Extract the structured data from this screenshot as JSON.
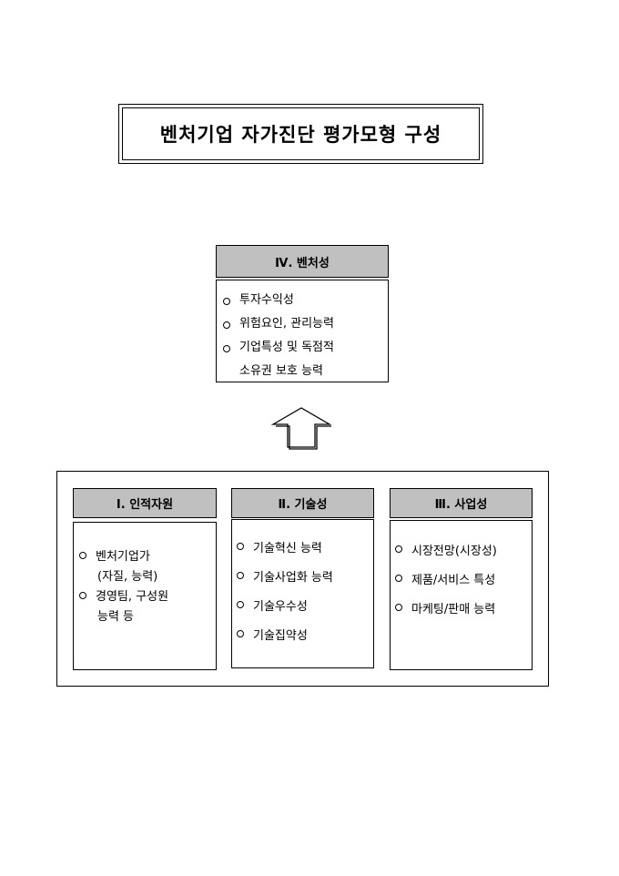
{
  "title": "벤처기업 자가진단 평가모형 구성",
  "venture": {
    "header": "Ⅳ. 벤처성",
    "items": [
      "투자수익성",
      "위험요인, 관리능력",
      "기업특성 및 독점적"
    ],
    "item3_cont": "소유권 보호 능력"
  },
  "human": {
    "header": "Ⅰ. 인적자원",
    "item1": "벤처기업가",
    "item1_cont": "(자질, 능력)",
    "item2": "경영팀, 구성원",
    "item2_cont": "능력 등"
  },
  "tech": {
    "header": "Ⅱ. 기술성",
    "items": [
      "기술혁신 능력",
      "기술사업화 능력",
      "기술우수성",
      "기술집약성"
    ]
  },
  "business": {
    "header": "Ⅲ. 사업성",
    "items": [
      "시장전망(시장성)",
      "제품/서비스 특성",
      "마케팅/판매 능력"
    ]
  }
}
